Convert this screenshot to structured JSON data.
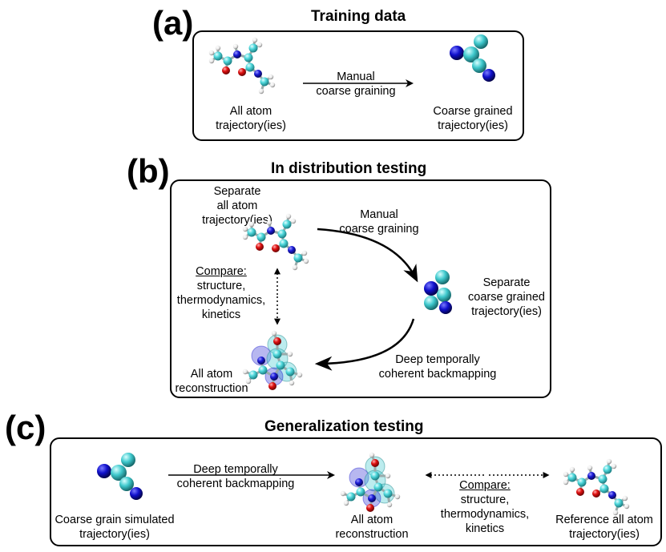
{
  "panel_a": {
    "letter": "(a)",
    "title": "Training data",
    "source_label": [
      "All atom",
      "trajectory(ies)"
    ],
    "arrow_label": [
      "Manual",
      "coarse graining"
    ],
    "target_label": [
      "Coarse grained",
      "trajectory(ies)"
    ]
  },
  "panel_b": {
    "letter": "(b)",
    "title": "In distribution testing",
    "source_label": [
      "Separate",
      "all atom",
      "trajectory(ies)"
    ],
    "top_arrow_label": [
      "Manual",
      "coarse graining"
    ],
    "cg_label": [
      "Separate",
      "coarse grained",
      "trajectory(ies)"
    ],
    "bottom_arrow_label": [
      "Deep temporally",
      "coherent backmapping"
    ],
    "recon_label": [
      "All atom",
      "reconstruction"
    ],
    "compare_heading": "Compare:",
    "compare_items": [
      "structure,",
      "thermodynamics,",
      "kinetics"
    ]
  },
  "panel_c": {
    "letter": "(c)",
    "title": "Generalization testing",
    "source_label": [
      "Coarse grain simulated",
      "trajectory(ies)"
    ],
    "arrow_label": [
      "Deep temporally",
      "coherent backmapping"
    ],
    "recon_label": [
      "All atom",
      "reconstruction"
    ],
    "compare_heading": "Compare:",
    "compare_items": [
      "structure,",
      "thermodynamics,",
      "kinetics"
    ],
    "reference_label": [
      "Reference all atom",
      "trajectory(ies)"
    ]
  },
  "colors": {
    "carbon": "#4fd8dc",
    "nitrogen": "#1a1ad6",
    "oxygen": "#e01010",
    "hydrogen": "#eeeeee",
    "bead_cyan": "#3fc9cd",
    "bead_blue": "#1010cc"
  }
}
